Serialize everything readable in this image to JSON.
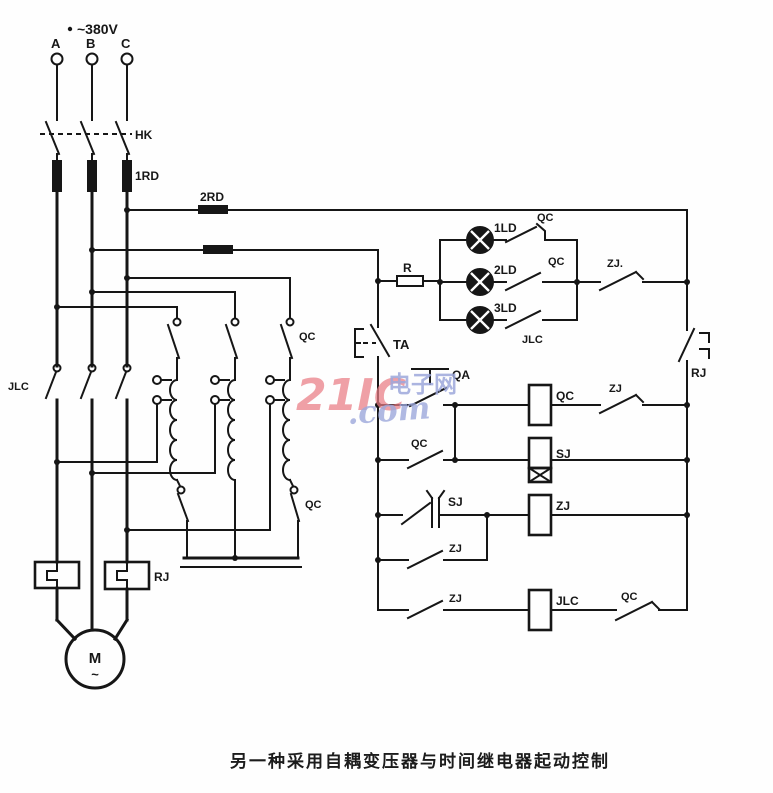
{
  "diagram": {
    "type": "electrical-schematic",
    "supply": {
      "voltage": "~380V",
      "phases": [
        "A",
        "B",
        "C"
      ]
    },
    "switchgear": {
      "knife_switch": "HK",
      "main_fuse": "1RD",
      "control_fuse": "2RD"
    },
    "lamps": [
      {
        "label": "1LD",
        "series_contact": "QC"
      },
      {
        "label": "2LD",
        "series_contact": "QC"
      },
      {
        "label": "3LD",
        "series_contact": "JLC"
      }
    ],
    "control": {
      "lamp_branch_contact": "ZJ.",
      "resistor": "R",
      "stop_button": "TA",
      "start_button": "QA",
      "coils": [
        "QC",
        "SJ",
        "ZJ",
        "JLC"
      ],
      "contacts": [
        "ZJ",
        "QC",
        "SJ",
        "ZJ",
        "ZJ",
        "QC",
        "RJ"
      ]
    },
    "power_circuit": {
      "run_contactor": "JLC",
      "start_contactor_top": "QC",
      "start_contactor_star": "QC",
      "thermal_relay": "RJ",
      "motor": "M",
      "motor_type_symbol": "~"
    }
  },
  "labels": {
    "voltage": "~380V",
    "phase_a": "A",
    "phase_b": "B",
    "phase_c": "C",
    "hk": "HK",
    "rd1": "1RD",
    "rd2": "2RD",
    "jlc_main": "JLC",
    "qc_top": "QC",
    "qc_bottom": "QC",
    "lamp1": "1LD",
    "lamp2": "2LD",
    "lamp3": "3LD",
    "lamp1_contact": "QC",
    "lamp2_contact": "QC",
    "lamp3_contact": "JLC",
    "zj_lamp": "ZJ.",
    "r": "R",
    "ta": "TA",
    "qa": "QA",
    "qc_coil": "QC",
    "zj_nc": "ZJ",
    "qc_hold": "QC",
    "sj_coil": "SJ",
    "sj_contact": "SJ",
    "zj_coil": "ZJ",
    "zj_par": "ZJ",
    "zj_bottom": "ZJ",
    "jlc_coil": "JLC",
    "qc_nc": "QC",
    "rj_contact": "RJ",
    "rj_heater": "RJ",
    "motor": "M",
    "motor_sym": "~"
  },
  "watermark": {
    "brand": "21IC",
    "domain": ".com",
    "site_name": "电子网"
  },
  "caption": "另一种采用自耦变压器与时间继电器起动控制",
  "colors": {
    "line": "#161616",
    "paper": "#fefefe",
    "watermark_pink": "#e97b84",
    "watermark_blue": "#9ca7db"
  }
}
